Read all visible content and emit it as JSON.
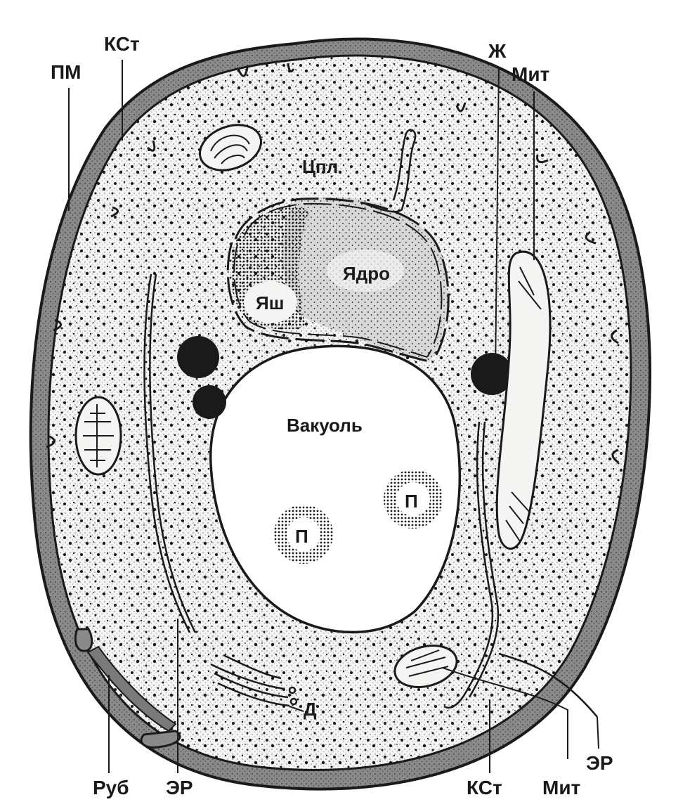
{
  "labels": {
    "pm": "ПМ",
    "kst_top": "КСт",
    "zh": "Ж",
    "mit_top": "Мит",
    "cpl": "Цпл",
    "nucleus": "Ядро",
    "yash": "Яш",
    "vacuole": "Вакуоль",
    "p_right": "П",
    "p_left": "П",
    "d": "Д",
    "rub": "Руб",
    "er_bottom": "ЭР",
    "kst_bottom": "КСт",
    "mit_bottom": "Мит",
    "er_right": "ЭР"
  },
  "colors": {
    "ink": "#1a1a1a",
    "wall_fill": "#8a8a8a",
    "cytoplasm_fill": "#f4f4f2",
    "background": "#ffffff"
  }
}
